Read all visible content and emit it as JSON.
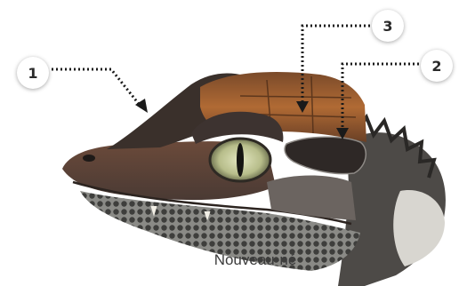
{
  "caption": "Nouveau-né",
  "callouts": [
    {
      "number": "1",
      "target": "skull-ridge"
    },
    {
      "number": "2",
      "target": "upper-eyelid-scute"
    },
    {
      "number": "3",
      "target": "orange-head-plate"
    }
  ],
  "colors": {
    "head_orange": "#a15d2e",
    "scale_dark": "#3a302b",
    "callout_bg": "#ffffff",
    "leader_line": "#1a1a1a"
  }
}
